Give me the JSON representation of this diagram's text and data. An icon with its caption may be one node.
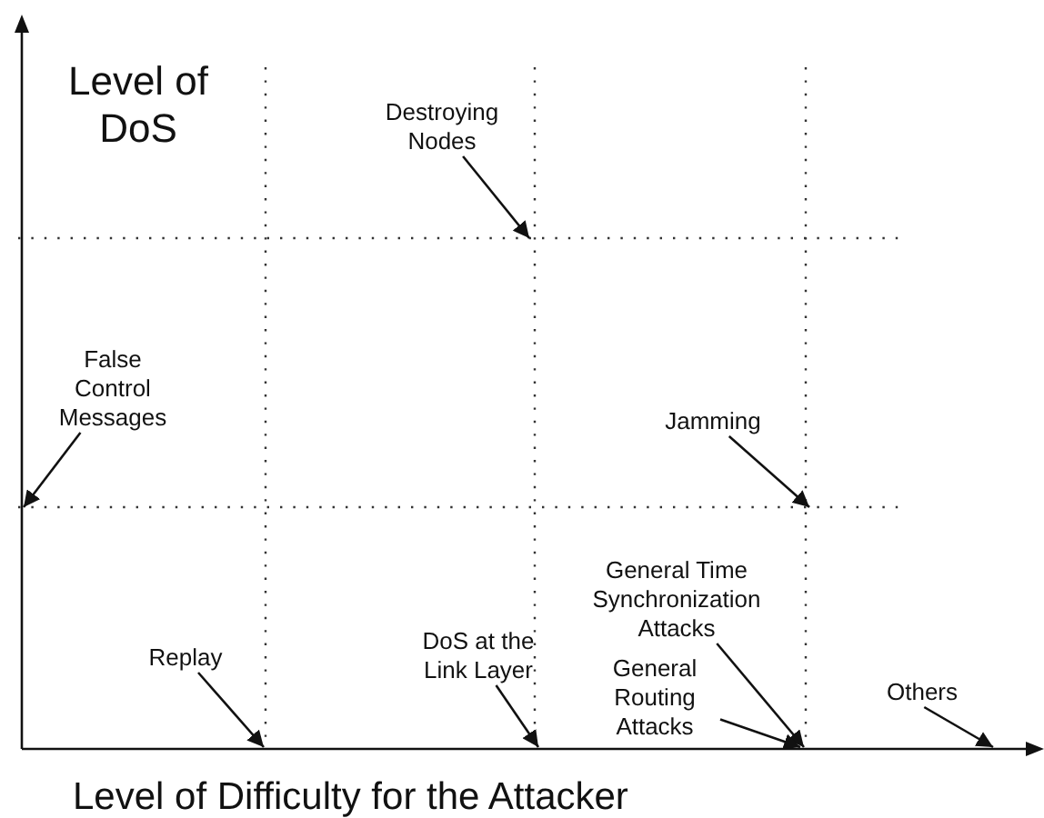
{
  "diagram": {
    "nodes": [
      {
        "text": [
          "Destroying Nodes"
        ]
      },
      {
        "text": [
          "False Control Messages"
        ]
      },
      {
        "text": [
          "Jamming"
        ]
      },
      {
        "text": [
          "General Time Synchronization Attacks"
        ]
      },
      {
        "text": [
          "Replay"
        ]
      },
      {
        "text": [
          "DoS at the Link Layer"
        ]
      },
      {
        "text": [
          "General Routing Attacks"
        ]
      },
      {
        "text": [
          "Others"
        ]
      }
    ],
    "edges": [
      {
        "from": 0,
        "to": null,
        "arrow": "to"
      },
      {
        "from": 1,
        "to": null,
        "arrow": "to"
      },
      {
        "from": 2,
        "to": null,
        "arrow": "to"
      },
      {
        "from": 3,
        "to": null,
        "arrow": "to"
      },
      {
        "from": 4,
        "to": null,
        "arrow": "to"
      },
      {
        "from": 5,
        "to": null,
        "arrow": "to"
      },
      {
        "from": 6,
        "to": null,
        "arrow": "to"
      },
      {
        "from": 7,
        "to": null,
        "arrow": "to"
      }
    ],
    "labels": [
      "Level of DoS",
      "Level of Difficulty for the Attacker"
    ]
  }
}
